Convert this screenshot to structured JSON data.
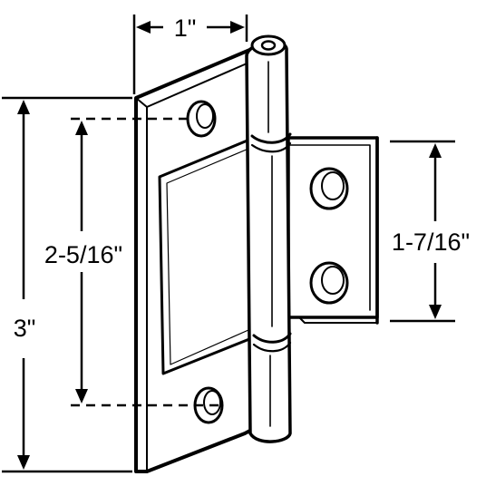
{
  "dimensions": {
    "width_label": "1\"",
    "total_height_label": "3\"",
    "hole_spacing_main_label": "2-5/16\"",
    "hole_spacing_leaf_label": "1-7/16\""
  },
  "colors": {
    "ink": "#000000",
    "paper": "#ffffff"
  },
  "icons": {
    "arrowhead": "filled-triangle"
  }
}
